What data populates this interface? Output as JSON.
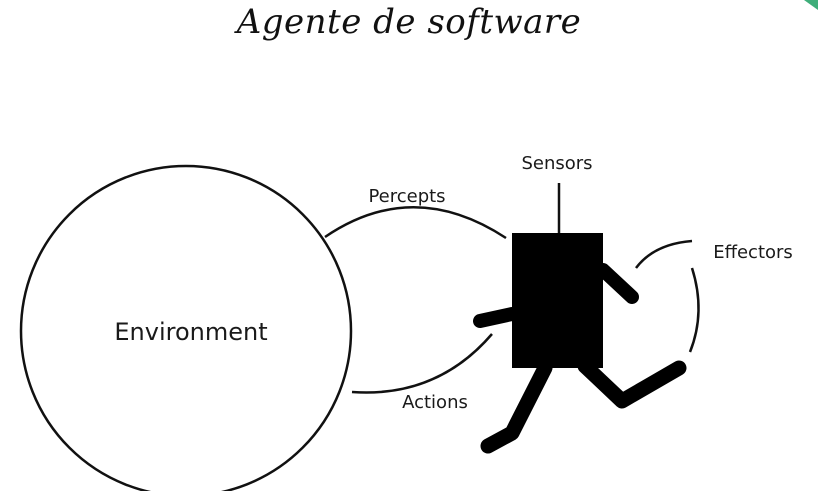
{
  "title": "Agente de software",
  "diagram": {
    "environment_label": "Environment",
    "percepts_label": "Percepts",
    "actions_label": "Actions",
    "sensors_label": "Sensors",
    "effectors_label": "Effectors"
  }
}
